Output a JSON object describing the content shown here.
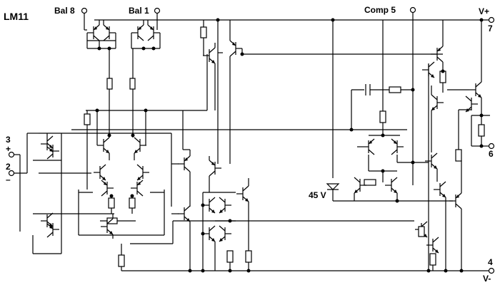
{
  "title": "LM11",
  "pins": {
    "bal8": "Bal  8",
    "bal1": "Bal  1",
    "comp5": "Comp  5",
    "vplus_name": "V+",
    "vplus_num": "7",
    "in_plus_num": "3",
    "in_plus_sign": "+",
    "in_minus_num": "2",
    "in_minus_sign": "–",
    "out_num": "6",
    "vminus_num": "4",
    "vminus_name": "V-"
  },
  "zener_label": "45 V"
}
